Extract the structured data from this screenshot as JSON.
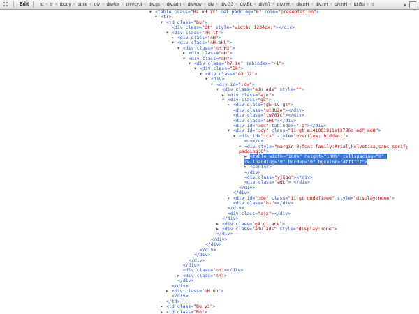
{
  "colors": {
    "tag_blue": "#2a56c6",
    "value_red": "#c40000",
    "selection_blue": "#3875d7",
    "toolbar_top": "#f8f8f8",
    "toolbar_bottom": "#dedede"
  },
  "toolbar": {
    "edit_label": "Edit",
    "separator": "<",
    "overflow_arrow": "▸",
    "breadcrumbs": [
      "td",
      "tr",
      "tbody",
      "table",
      "div",
      "div#cx",
      "div#cy.ii",
      "div.gs",
      "div.adn",
      "div#cw",
      "div",
      "div.G3",
      "div.Bk",
      "div.h7",
      "div.nH",
      "div.nH",
      "div.nH",
      "div.nH",
      "td.Bu",
      "tr"
    ]
  },
  "tree": {
    "rows": [
      {
        "indent": 0,
        "arrow": "expanded",
        "text": "<table class=\"Bs nH iY\" cellpadding=\"0\" role=\"presentation\">"
      },
      {
        "indent": 1,
        "arrow": "expanded",
        "text": "<tr>"
      },
      {
        "indent": 2,
        "arrow": "expanded",
        "text": "<td class=\"Bu\">"
      },
      {
        "indent": 3,
        "arrow": "none",
        "text": "<div class=\"Bt\" style=\"width: 1234px;\"></div>"
      },
      {
        "indent": 3,
        "arrow": "expanded",
        "text": "<div class=\"nH lf\">"
      },
      {
        "indent": 4,
        "arrow": "collapsed",
        "text": "<div class=\"nH\">"
      },
      {
        "indent": 4,
        "arrow": "expanded",
        "text": "<div class=\"nH aHU\">"
      },
      {
        "indent": 5,
        "arrow": "expanded",
        "text": "<div class=\"nH Hx\">"
      },
      {
        "indent": 6,
        "arrow": "collapsed",
        "text": "<div class=\"nH\">"
      },
      {
        "indent": 6,
        "arrow": "expanded",
        "text": "<div class=\"nH\">"
      },
      {
        "indent": 7,
        "arrow": "expanded",
        "text": "<div class=\"h7 ie\" tabindex=\"-1\">"
      },
      {
        "indent": 8,
        "arrow": "expanded",
        "text": "<div class=\"Bk\">"
      },
      {
        "indent": 9,
        "arrow": "expanded",
        "text": "<div class=\"G3 G2\">"
      },
      {
        "indent": 10,
        "arrow": "expanded",
        "text": "<div>"
      },
      {
        "indent": 11,
        "arrow": "expanded",
        "text": "<div id=\":cw\">"
      },
      {
        "indent": 12,
        "arrow": "expanded",
        "text": "<div class=\"adn ads\" style=\"\">"
      },
      {
        "indent": 13,
        "arrow": "collapsed",
        "text": "<div class=\"aju\">"
      },
      {
        "indent": 13,
        "arrow": "expanded",
        "text": "<div class=\"gs\">"
      },
      {
        "indent": 14,
        "arrow": "collapsed",
        "text": "<div class=\"gE iv gt\">"
      },
      {
        "indent": 14,
        "arrow": "none",
        "text": "<div class=\"utdU2e\"></div>"
      },
      {
        "indent": 14,
        "arrow": "none",
        "text": "<div class=\"tw78Ic\"></div>"
      },
      {
        "indent": 14,
        "arrow": "none",
        "text": "<div class=\"aHl\"></div>"
      },
      {
        "indent": 14,
        "arrow": "none",
        "text": "<div id=\":dc\" tabindex=\"-1\"></div>"
      },
      {
        "indent": 14,
        "arrow": "expanded",
        "text": "<div id=\":cy\" class=\"ii gt m141001911ef3796d adP adO\">"
      },
      {
        "indent": 15,
        "arrow": "expanded",
        "text": "<div id=\":cx\" style=\"overflow: hidden;\">"
      },
      {
        "indent": 16,
        "arrow": "none",
        "text": "<u></u>"
      },
      {
        "indent": 16,
        "arrow": "expanded",
        "text": "<div style=\"margin:0;font-family:Arial,Helvetica,sans-serif; padding:0\">"
      },
      {
        "indent": 17,
        "arrow": "collapsed",
        "highlighted": true,
        "text": "<table width=\"100%\" height=\"100%\" cellspacing=\"0\" cellpadding=\"0\" border=\"0\" bgcolor=\"#ffffff\">"
      },
      {
        "indent": 17,
        "arrow": "collapsed",
        "text": "<center>"
      },
      {
        "indent": 16,
        "arrow": "none",
        "text": "</div>"
      },
      {
        "indent": 16,
        "arrow": "none",
        "text": "<div class=\"yj6qo\"></div>"
      },
      {
        "indent": 16,
        "arrow": "none",
        "text": "<div class=\"adL\"> </div>"
      },
      {
        "indent": 15,
        "arrow": "none",
        "text": "</div>"
      },
      {
        "indent": 14,
        "arrow": "none",
        "text": "</div>"
      },
      {
        "indent": 14,
        "arrow": "collapsed",
        "text": "<div id=\":de\" class=\"ii gt undefined\" style=\"display:none\">"
      },
      {
        "indent": 14,
        "arrow": "none",
        "text": "<div class=\"hi\"></div>"
      },
      {
        "indent": 13,
        "arrow": "none",
        "text": "</div>"
      },
      {
        "indent": 13,
        "arrow": "none",
        "text": "<div class=\"ajx\"></div>"
      },
      {
        "indent": 12,
        "arrow": "none",
        "text": "</div>"
      },
      {
        "indent": 12,
        "arrow": "collapsed",
        "text": "<div class=\"gA gt acV\">"
      },
      {
        "indent": 12,
        "arrow": "collapsed",
        "text": "<div class=\"adu ads\" style=\"display:none\">"
      },
      {
        "indent": 11,
        "arrow": "none",
        "text": "</div>"
      },
      {
        "indent": 10,
        "arrow": "none",
        "text": "</div>"
      },
      {
        "indent": 9,
        "arrow": "none",
        "text": "</div>"
      },
      {
        "indent": 8,
        "arrow": "none",
        "text": "</div>"
      },
      {
        "indent": 7,
        "arrow": "none",
        "text": "</div>"
      },
      {
        "indent": 6,
        "arrow": "none",
        "text": "</div>"
      },
      {
        "indent": 5,
        "arrow": "none",
        "text": "</div>"
      },
      {
        "indent": 5,
        "arrow": "none",
        "text": "<div class=\"nH\"></div>"
      },
      {
        "indent": 5,
        "arrow": "collapsed",
        "text": "<div class=\"nH\">"
      },
      {
        "indent": 4,
        "arrow": "none",
        "text": "</div>"
      },
      {
        "indent": 3,
        "arrow": "none",
        "text": "</div>"
      },
      {
        "indent": 3,
        "arrow": "collapsed",
        "text": "<div class=\"nH Gn\">"
      },
      {
        "indent": 3,
        "arrow": "none",
        "text": "</div>"
      },
      {
        "indent": 2,
        "arrow": "none",
        "text": "</td>"
      },
      {
        "indent": 2,
        "arrow": "collapsed",
        "text": "<td class=\"Bu y3\">"
      },
      {
        "indent": 2,
        "arrow": "collapsed",
        "text": "<td class=\"Bu\">"
      }
    ]
  }
}
